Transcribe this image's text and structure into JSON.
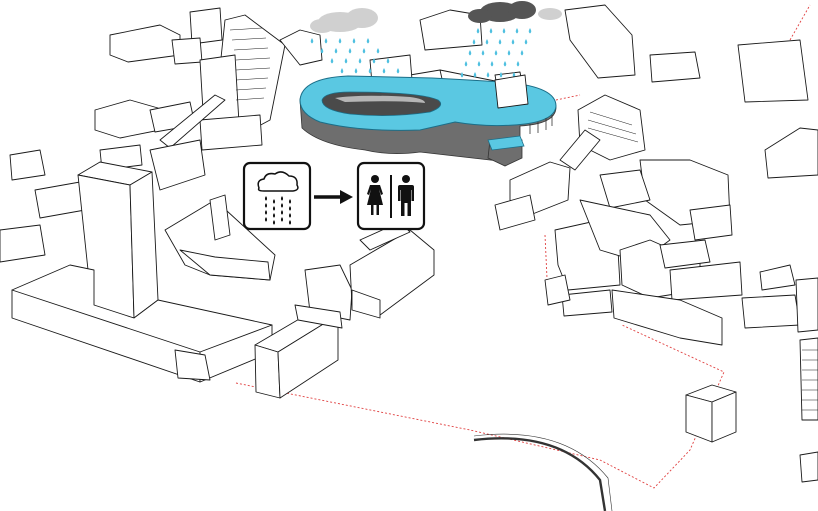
{
  "diagram": {
    "icons": [
      {
        "name": "rain-cloud-icon",
        "meaning": "rainwater"
      },
      {
        "name": "arrow-right-icon",
        "meaning": "converts to"
      },
      {
        "name": "restroom-icon",
        "meaning": "toilets"
      }
    ],
    "colors": {
      "water": "#4fc0e0",
      "roof_ring": "#5ac8e2",
      "roof_dark": "#6e6e6e",
      "boundary": "#e04040",
      "cloud_light": "#d0d0d0",
      "cloud_dark": "#555555"
    }
  }
}
